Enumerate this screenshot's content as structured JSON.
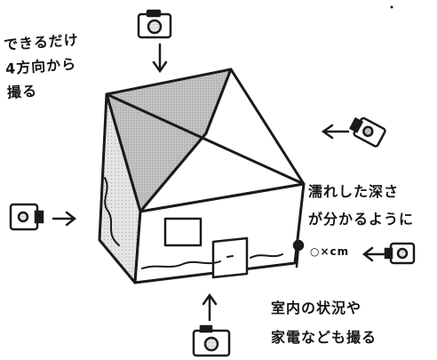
{
  "notes": {
    "top_left": [
      "できるだけ",
      "4方向から",
      "撮る"
    ],
    "right": [
      "濡れした深さ",
      "が分かるように"
    ],
    "bottom_right": [
      "室内の状況や",
      "家電なども撮る"
    ]
  },
  "depth_label": "○×cm",
  "icons": [
    "camera-icon-top",
    "camera-icon-left",
    "camera-icon-right",
    "camera-icon-bottom",
    "camera-icon-depth",
    "measuring-stick-icon"
  ],
  "colors": {
    "ink": "#1a1a1a",
    "roof_shade": "#b8b8b8",
    "wall_shade": "#d6d6d6",
    "paper": "#ffffff"
  }
}
